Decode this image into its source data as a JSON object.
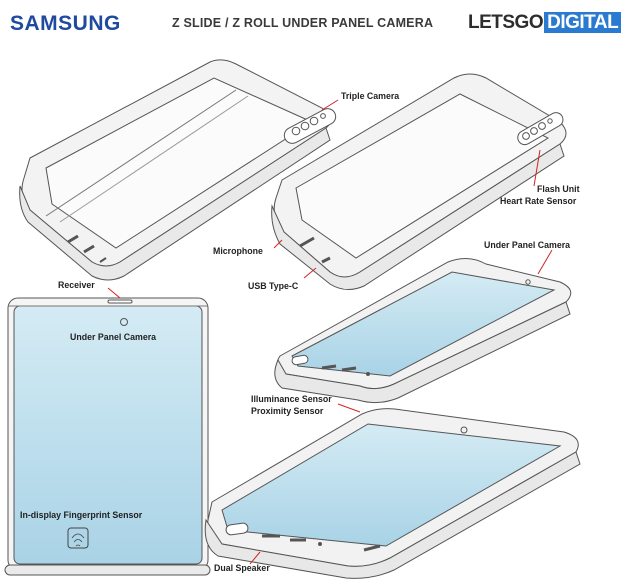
{
  "header": {
    "brand": "SAMSUNG",
    "title": "Z SLIDE / Z ROLL UNDER PANEL CAMERA",
    "watermark_a": "LETSGO",
    "watermark_b": "DIGITAL"
  },
  "callouts": {
    "triple_camera": "Triple Camera",
    "flash_unit": "Flash Unit",
    "heart_rate": "Heart Rate Sensor",
    "microphone": "Microphone",
    "usb_type_c": "USB Type-C",
    "under_panel_camera_top": "Under Panel Camera",
    "receiver": "Receiver",
    "under_panel_camera_front": "Under Panel Camera",
    "illuminance_sensor": "Illuminance Sensor",
    "proximity_sensor": "Proximity Sensor",
    "fingerprint": "In-display Fingerprint Sensor",
    "dual_speaker": "Dual Speaker"
  },
  "colors": {
    "screen": "#bfe0ee",
    "line": "#555555",
    "brand": "#1e4aa0",
    "callout_arrow": "#d02525"
  }
}
